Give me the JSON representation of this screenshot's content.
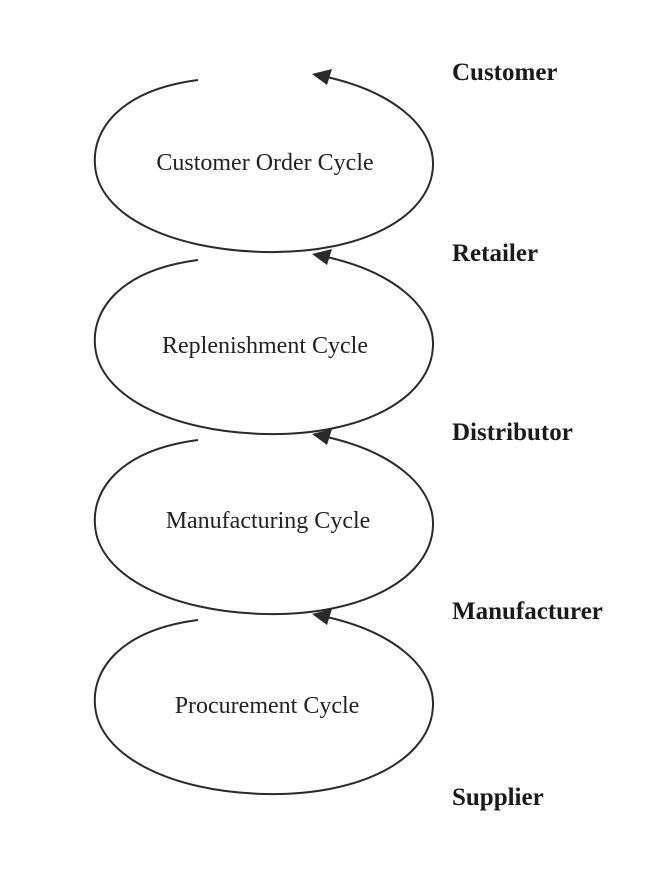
{
  "cycles": [
    {
      "label": "Customer Order Cycle"
    },
    {
      "label": "Replenishment Cycle"
    },
    {
      "label": "Manufacturing Cycle"
    },
    {
      "label": "Procurement Cycle"
    }
  ],
  "stages": [
    {
      "label": "Customer"
    },
    {
      "label": "Retailer"
    },
    {
      "label": "Distributor"
    },
    {
      "label": "Manufacturer"
    },
    {
      "label": "Supplier"
    }
  ],
  "colors": {
    "stroke": "#2a2a2a",
    "text": "#222222"
  }
}
